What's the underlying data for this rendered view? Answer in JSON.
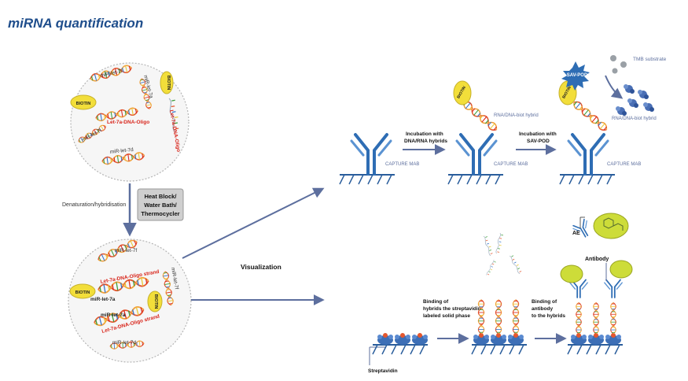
{
  "title": "miRNA quantification",
  "top_circle": {
    "strands": [
      "miR-let-7f",
      "miR-let-7a",
      "miR-let-7i",
      "miR-let-7d"
    ],
    "biotin": "BIOTIN",
    "oligo1": "Let-7a-DNA-Oligo",
    "oligo2": "Let-7a-DNA-Oligo"
  },
  "process": {
    "step": "Denaturation/hybridisation",
    "device": [
      "Heat Block/",
      "Water Bath/",
      "Thermocycler"
    ]
  },
  "bottom_circle": {
    "strands": [
      "miR-let-7f",
      "miR-let-7f",
      "miR-let-7a",
      "miR-let-7a",
      "miR-let-7d"
    ],
    "biotin": "BIOTIN",
    "oligo_strand1": "Let-7a-DNA-Oligo strand",
    "oligo_strand2": "Let-7a-DNA-Oligo strand"
  },
  "visualization": "Visualization",
  "top_row": {
    "capture": "CAPTURE MAB",
    "incubation1": [
      "Incubation with",
      "DNA/RNA hybrids"
    ],
    "hybrid_label1": "RNA/DNA-biot hybrid",
    "incubation2": [
      "Incubation with",
      "SAV-POD"
    ],
    "hybrid_label2": "RNA/DNA-biot hybrid",
    "sav": "SAV-POD",
    "tmb": "TMB substrate",
    "biotin": "BIOTIN"
  },
  "bottom_row": {
    "binding1": [
      "Binding of",
      "hybrids the streptavidin-",
      "labeled solid phase"
    ],
    "binding2": [
      "Binding of",
      "antibody",
      "to the hybrids"
    ],
    "streptavidin": "Streptavidin",
    "ae": "AE",
    "antibody": "Antibody"
  },
  "colors": {
    "title": "#1f4e8c",
    "antibody": "#2e6db4",
    "arrow": "#5d6f9e",
    "biotin": "#f2de3a",
    "oligo_text": "#d8261c",
    "surface": "#2a5d9c"
  }
}
